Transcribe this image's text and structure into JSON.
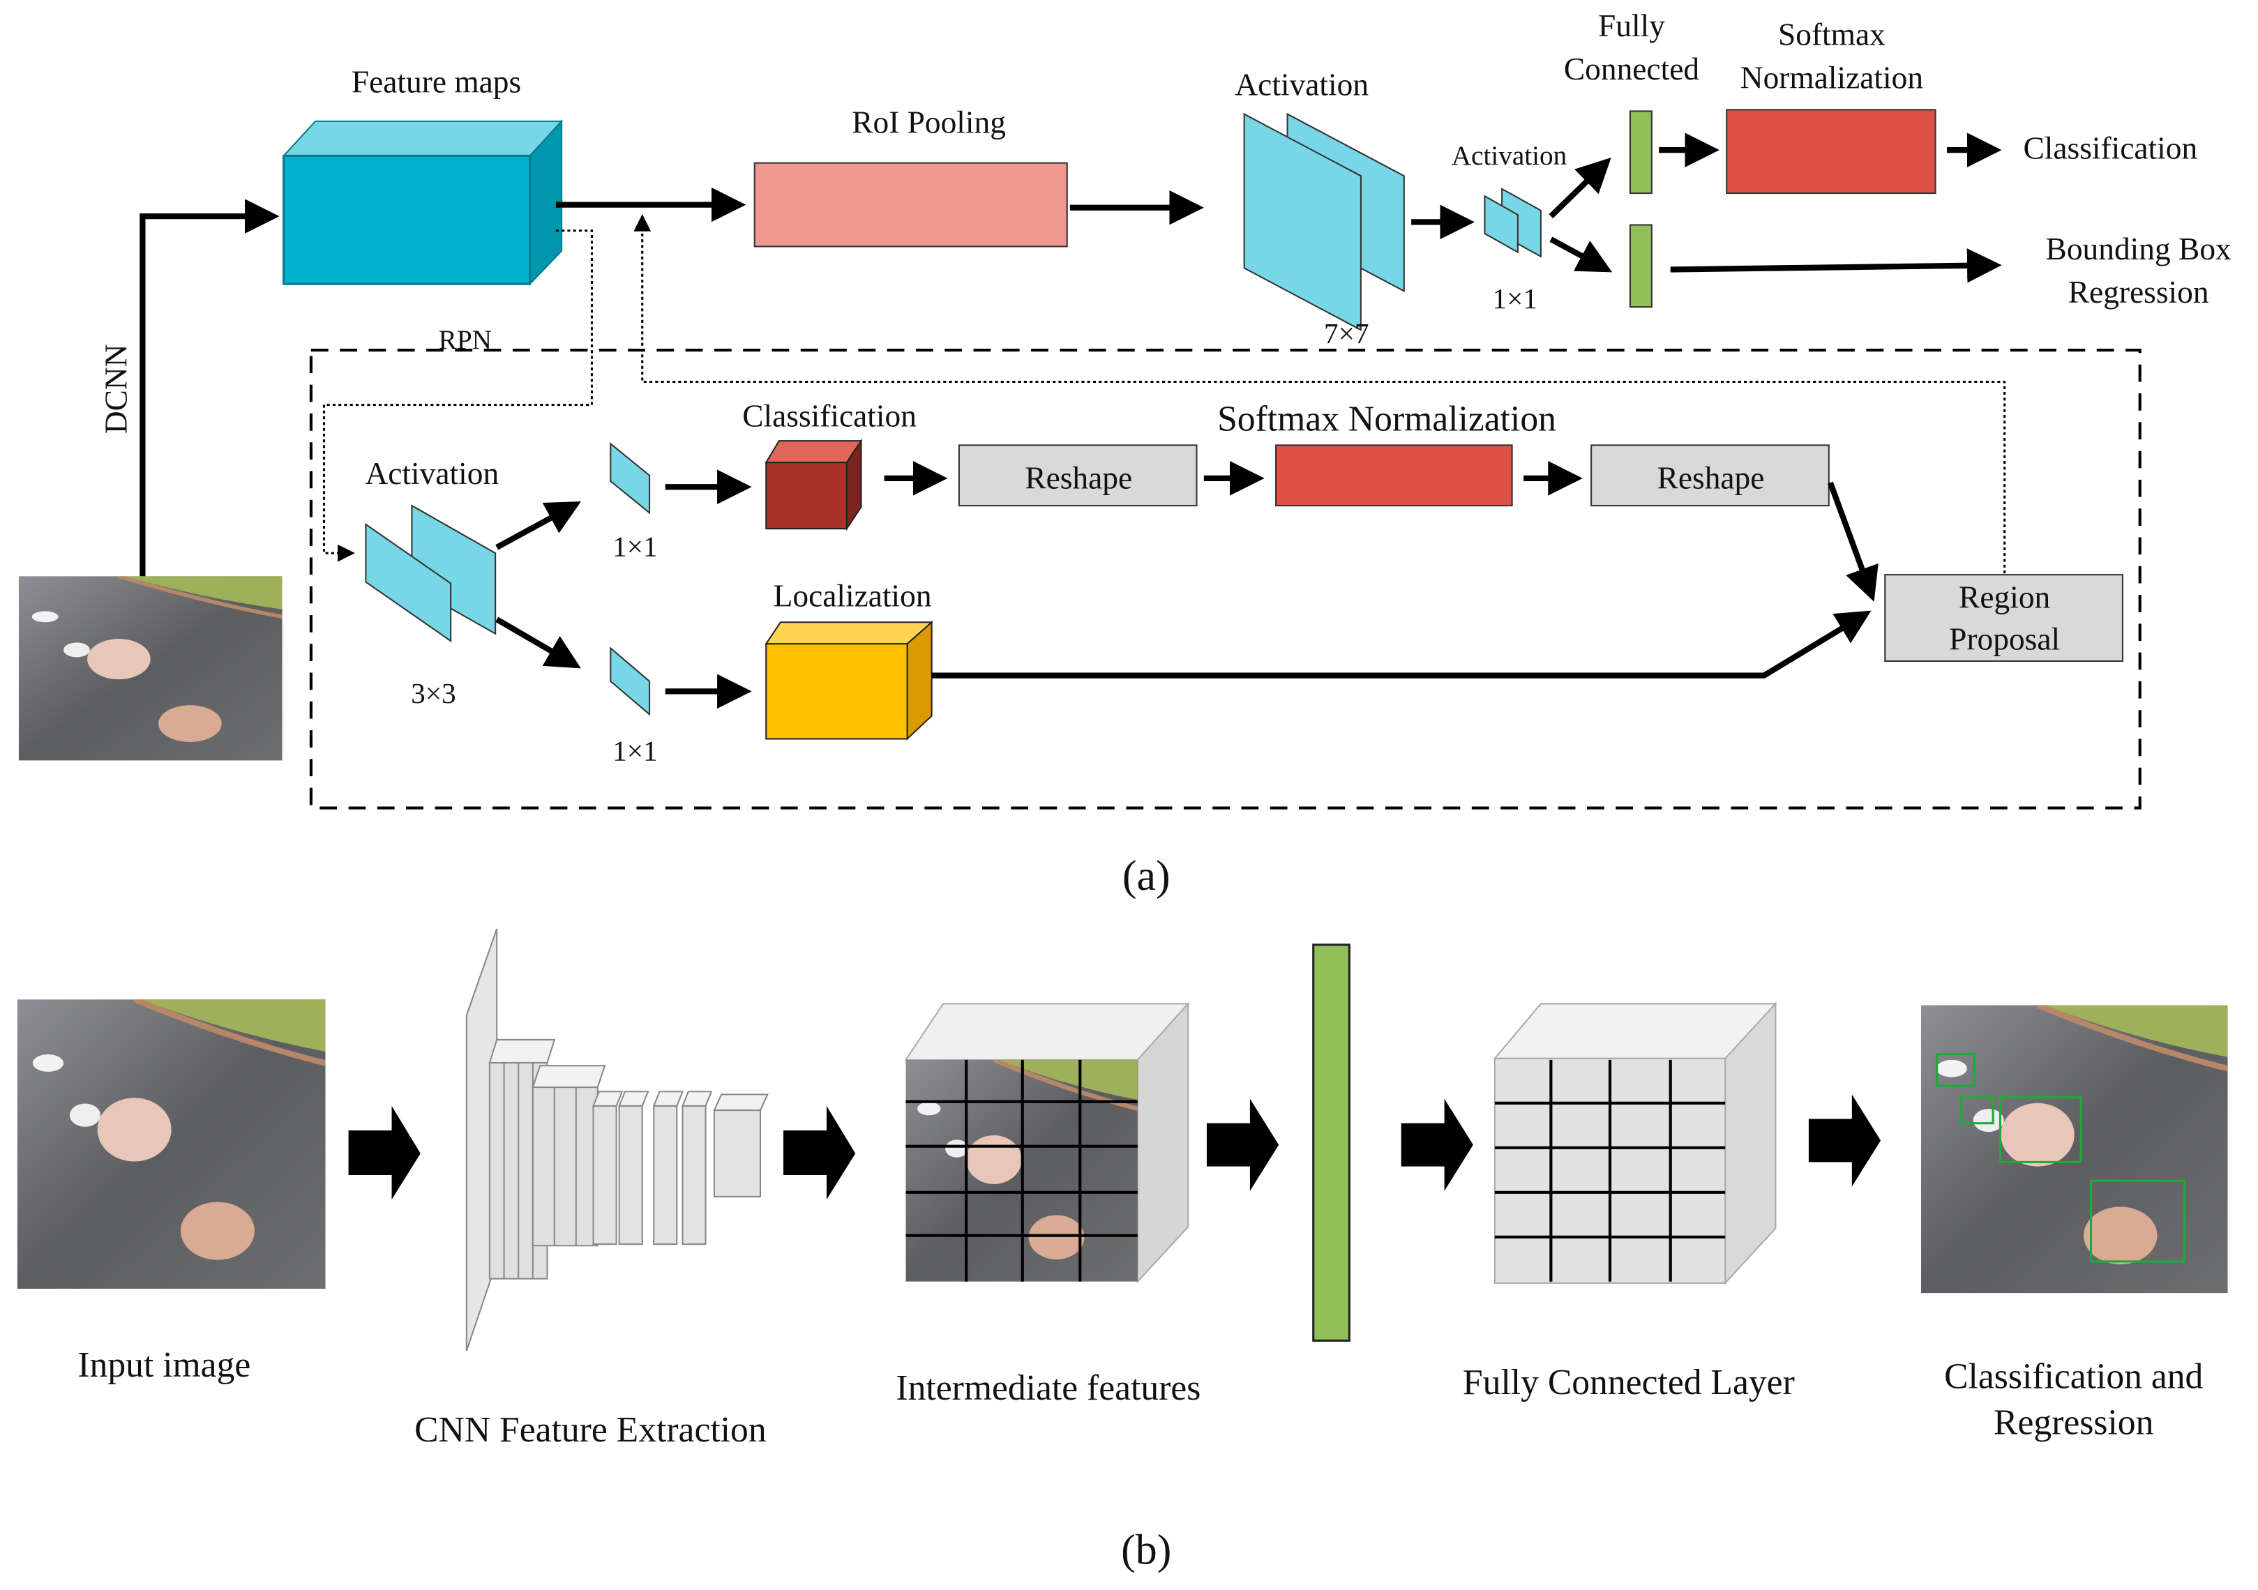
{
  "panel_a": {
    "caption": "(a)",
    "labels": {
      "dcnn": "DCNN",
      "feature_maps": "Feature maps",
      "roi_pooling": "RoI Pooling",
      "activation_7x7_title": "Activation",
      "activation_7x7_size": "7×7",
      "activation_1x1_title": "Activation",
      "activation_1x1_size": "1×1",
      "fully_connected": [
        "Fully",
        "Connected"
      ],
      "softmax_top": [
        "Softmax",
        "Normalization"
      ],
      "classification_out": "Classification",
      "bbox_regression": [
        "Bounding Box",
        "Regression"
      ],
      "rpn": "RPN",
      "rpn_activation": "Activation",
      "rpn_activation_size": "3×3",
      "rpn_cls_size": "1×1",
      "rpn_loc_size": "1×1",
      "rpn_classification": "Classification",
      "rpn_localization": "Localization",
      "reshape_1": "Reshape",
      "softmax_rpn": "Softmax Normalization",
      "reshape_2": "Reshape",
      "region_proposal": [
        "Region",
        "Proposal"
      ]
    }
  },
  "panel_b": {
    "caption": "(b)",
    "labels": {
      "input_image": "Input image",
      "cnn_feature_extraction": "CNN Feature Extraction",
      "intermediate_features": "Intermediate features",
      "fully_connected_layer": "Fully Connected Layer",
      "classification_regression": [
        "Classification and",
        "Regression"
      ]
    },
    "detections_count": 4
  },
  "colors": {
    "feature_cube": "#00b2cc",
    "activation": "#78d7e6",
    "roi_pooling": "#ee9890",
    "softmax": "#dc5046",
    "fc_green": "#92bf58",
    "rpn_cls_cube": "#a8322a",
    "rpn_loc_cube": "#ffc000",
    "reshape_gray": "#d9d9d9",
    "detection_box": "#1faa3c"
  }
}
